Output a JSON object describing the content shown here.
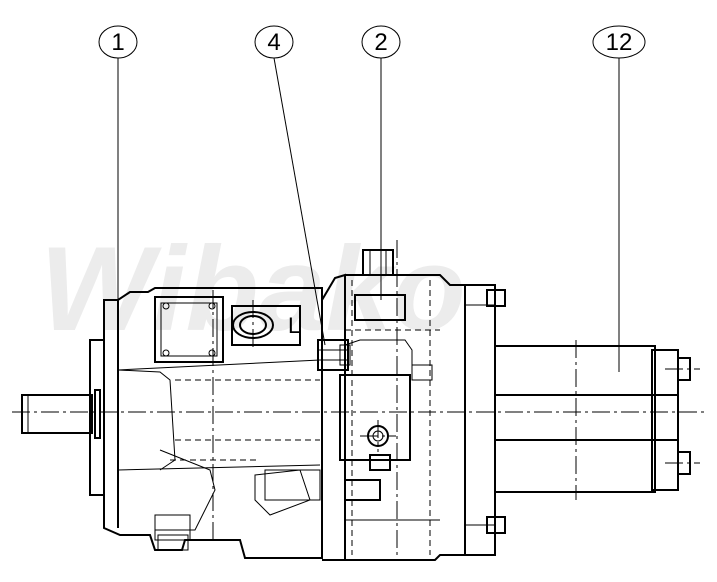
{
  "watermark": "Wibako",
  "callouts": [
    {
      "id": "callout-1",
      "label": "1"
    },
    {
      "id": "callout-4",
      "label": "4"
    },
    {
      "id": "callout-2",
      "label": "2"
    },
    {
      "id": "callout-12",
      "label": "12"
    }
  ],
  "port_marking": "L"
}
